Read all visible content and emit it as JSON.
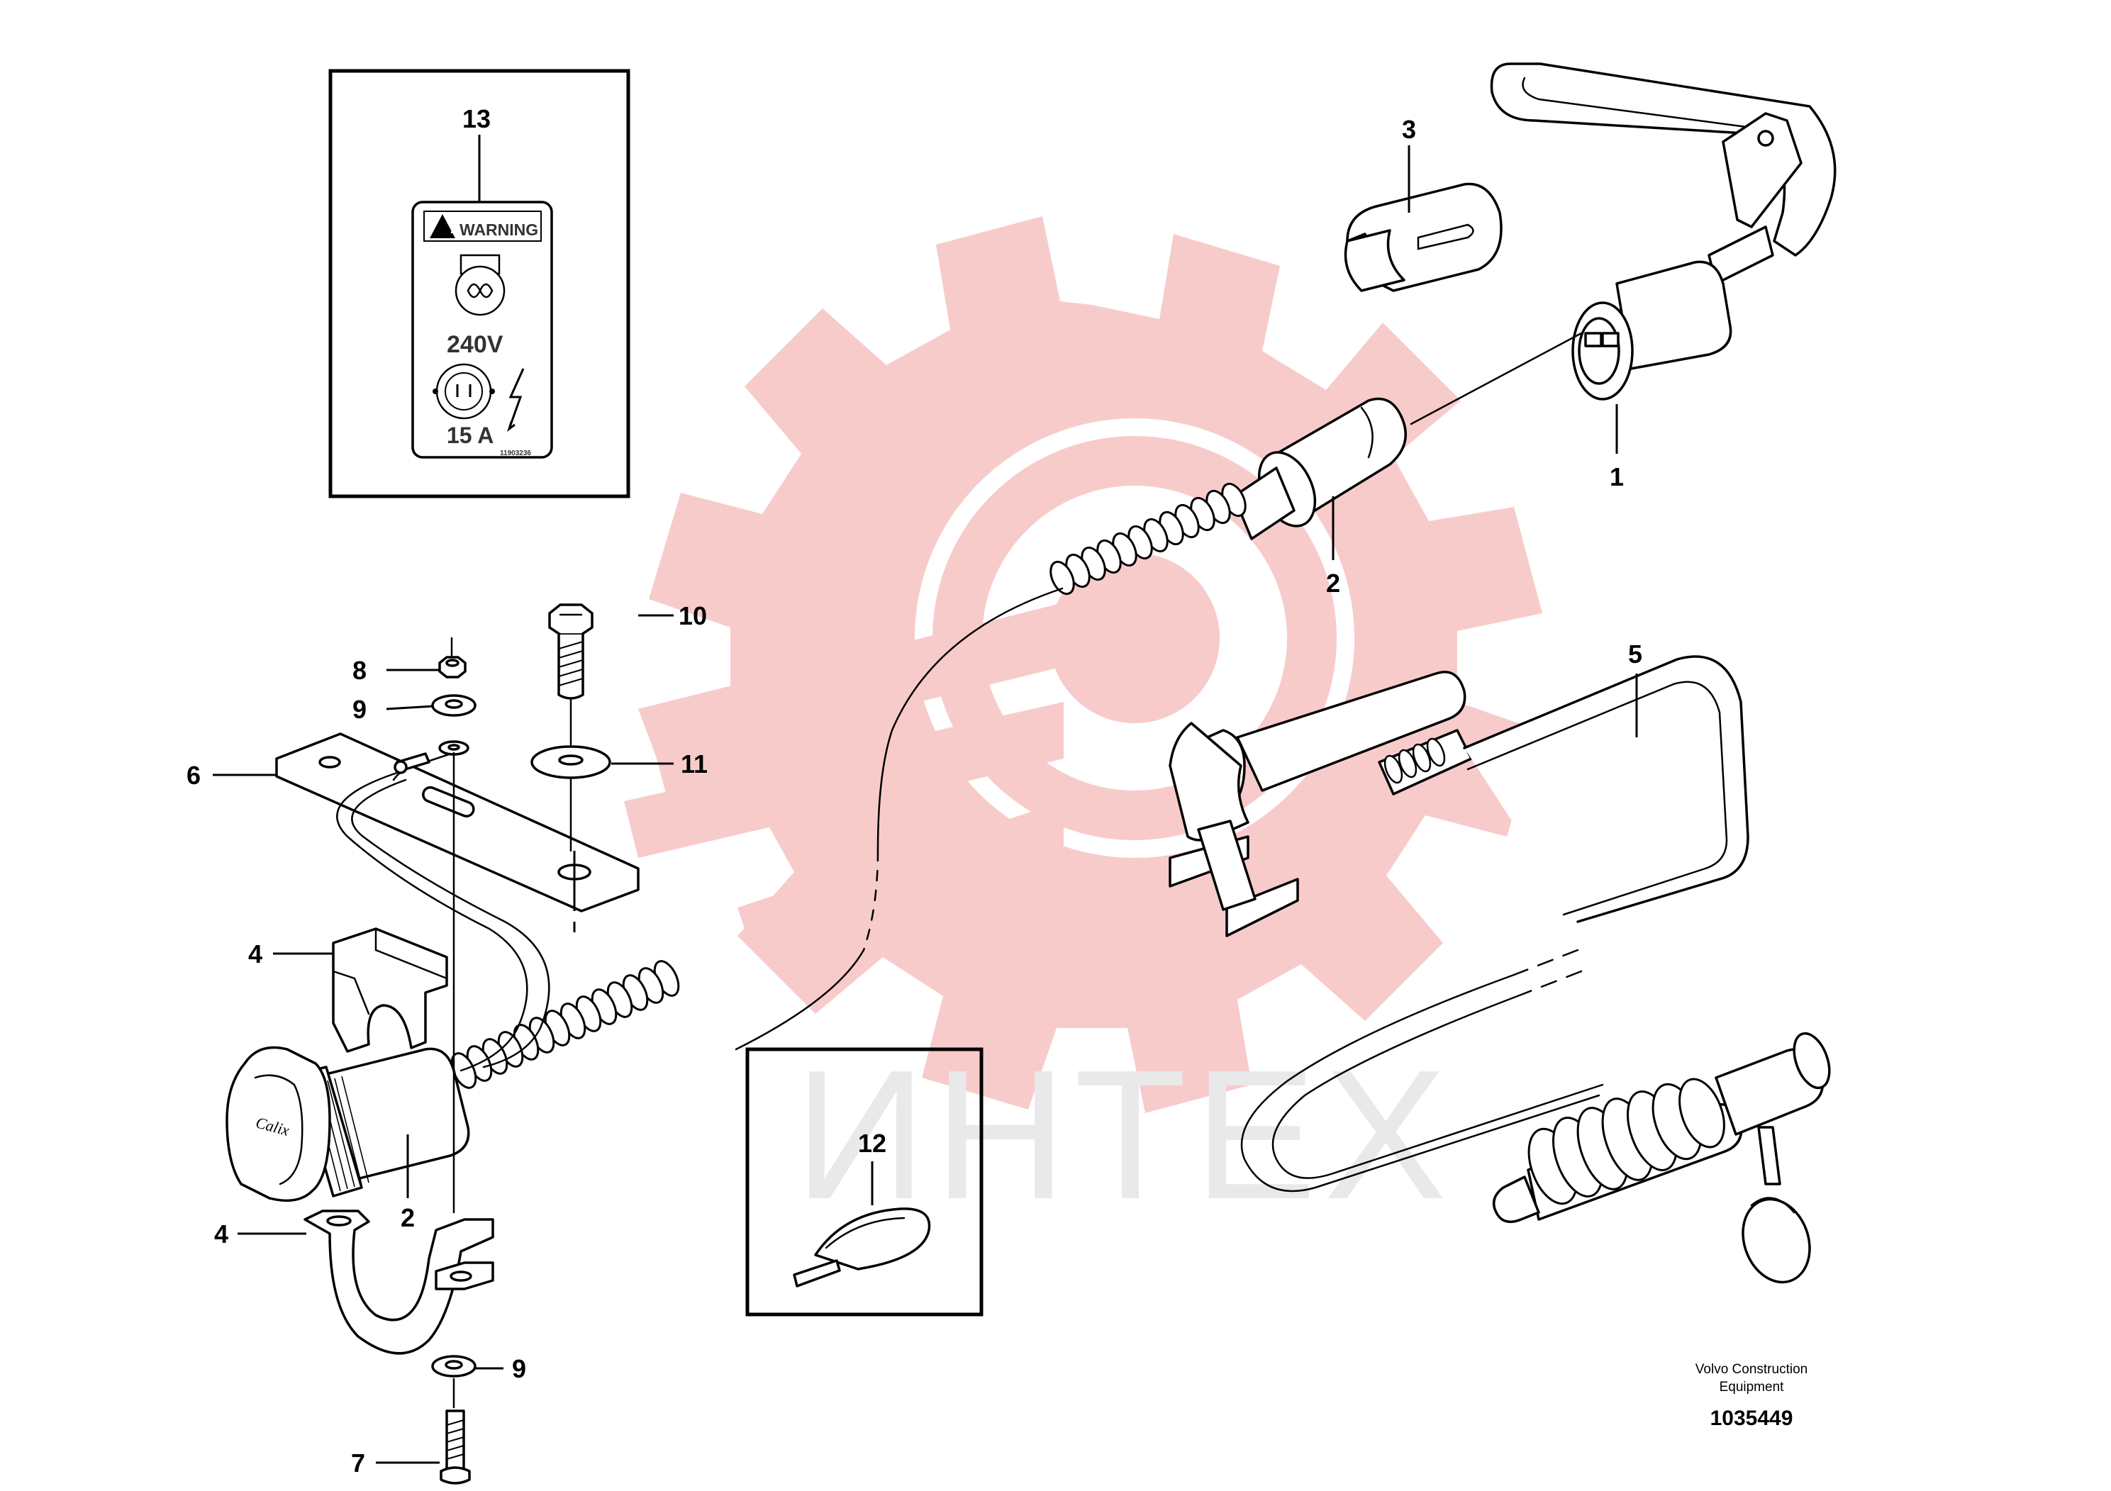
{
  "diagram": {
    "document_number": "1035449",
    "manufacturer_line1": "Volvo Construction",
    "manufacturer_line2": "Equipment",
    "watermark_text": "ИНТЕХ",
    "colors": {
      "watermark_red": "#f7c2c2",
      "watermark_text": "#e9e9e9",
      "line": "#000000"
    },
    "warning_label": {
      "heading": "WARNING",
      "voltage": "240V",
      "current": "15 A",
      "part_code": "11903236"
    },
    "callouts": {
      "c1": "1",
      "c2a": "2",
      "c2b": "2",
      "c3": "3",
      "c4a": "4",
      "c4b": "4",
      "c5": "5",
      "c6": "6",
      "c7": "7",
      "c8": "8",
      "c9a": "9",
      "c9b": "9",
      "c10": "10",
      "c11": "11",
      "c12": "12",
      "c13": "13"
    }
  }
}
